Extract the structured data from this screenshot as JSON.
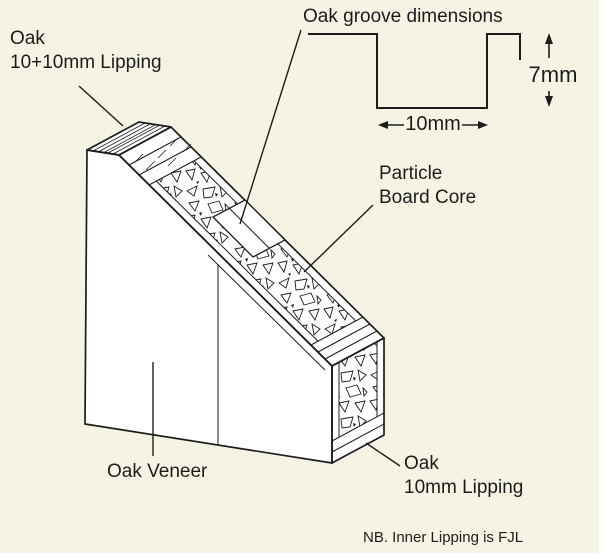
{
  "colors": {
    "page_bg": "#ffffff",
    "canvas_bg": "#f5f3e3",
    "ink": "#1c1c1c"
  },
  "annotations": {
    "top_lipping": {
      "line1": "Oak",
      "line2": "10+10mm Lipping"
    },
    "groove_heading": "Oak groove dimensions",
    "core": {
      "line1": "Particle",
      "line2": "Board Core"
    },
    "veneer": "Oak Veneer",
    "bottom_lipping": {
      "line1": "Oak",
      "line2": "10mm Lipping"
    },
    "note": "NB. Inner Lipping is FJL"
  },
  "groove_profile": {
    "depth_label": "7mm",
    "width_label": "10mm"
  }
}
